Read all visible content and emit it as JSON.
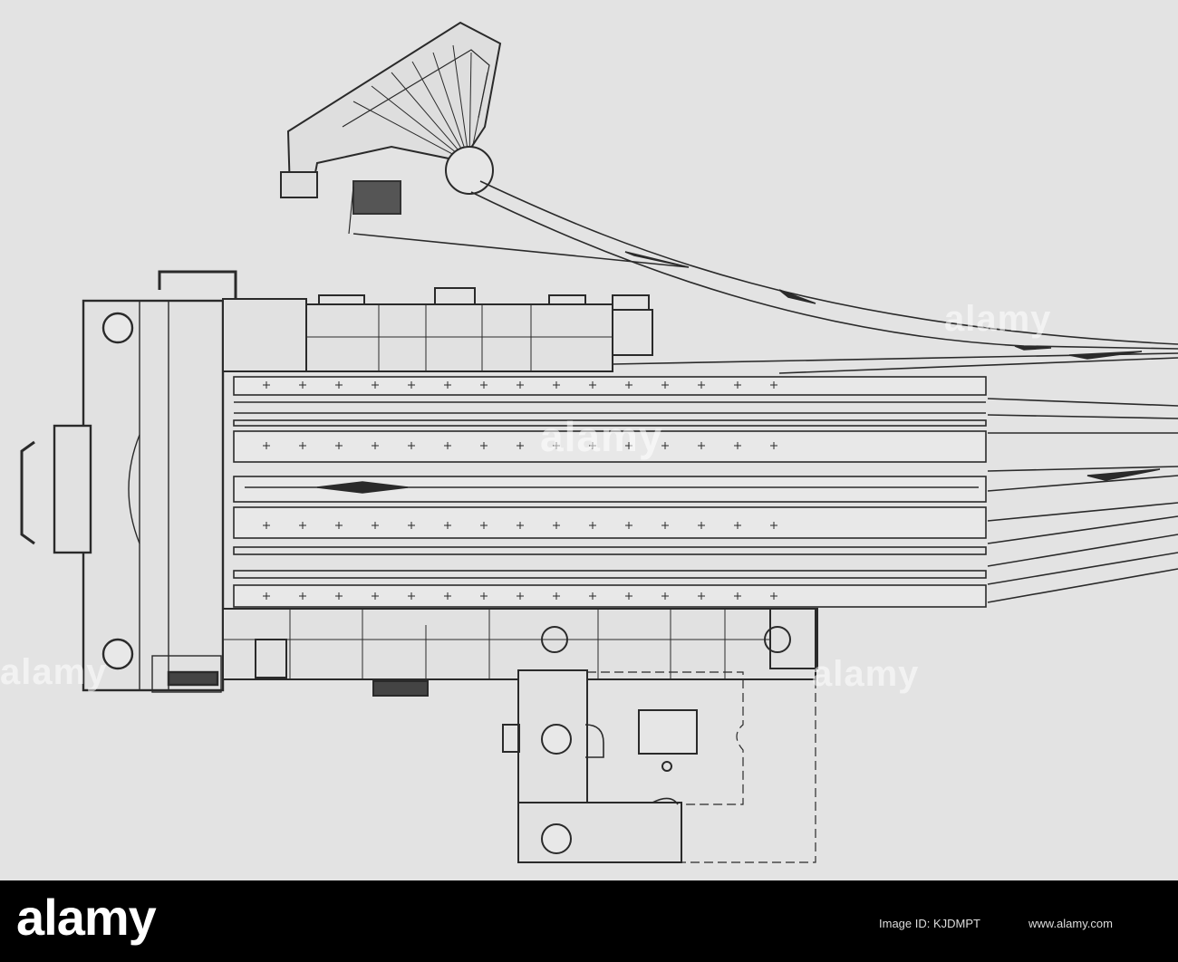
{
  "watermark": {
    "text": "alamy"
  },
  "stock_banner": {
    "brand_name": "alamy",
    "image_id": "Image ID: KJDMPT",
    "url": "www.alamy.com"
  },
  "colors": {
    "paper": "#e4e4e4",
    "ink": "#2a2a2a",
    "banner": "#000000"
  }
}
